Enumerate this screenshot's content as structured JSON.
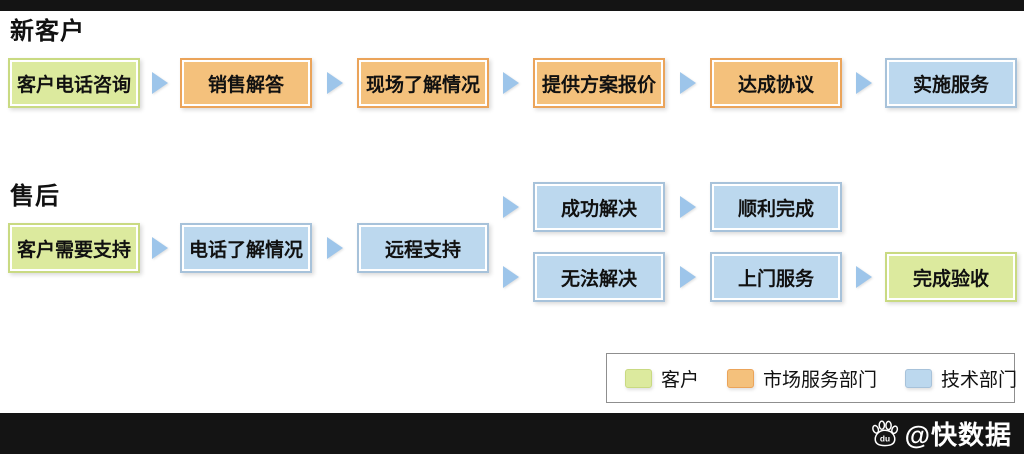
{
  "roles": {
    "customer": {
      "fill": "#dcea9e",
      "border": "#c9da82"
    },
    "market": {
      "fill": "#f4c17c",
      "border": "#eba45a"
    },
    "tech": {
      "fill": "#bcd8ee",
      "border": "#a7c2da"
    }
  },
  "arrow_color": "#9dc5ea",
  "sections": [
    {
      "title": "新客户",
      "nodes": [
        {
          "label": "客户电话咨询",
          "role": "customer",
          "col": 0,
          "band": "main"
        },
        {
          "label": "销售解答",
          "role": "market",
          "col": 1,
          "band": "main"
        },
        {
          "label": "现场了解情况",
          "role": "market",
          "col": 2,
          "band": "main"
        },
        {
          "label": "提供方案报价",
          "role": "market",
          "col": 3,
          "band": "main"
        },
        {
          "label": "达成协议",
          "role": "market",
          "col": 4,
          "band": "main"
        },
        {
          "label": "实施服务",
          "role": "tech",
          "col": 5,
          "band": "main"
        }
      ],
      "arrows": [
        {
          "gap": 0,
          "band": "main"
        },
        {
          "gap": 1,
          "band": "main"
        },
        {
          "gap": 2,
          "band": "main"
        },
        {
          "gap": 3,
          "band": "main"
        },
        {
          "gap": 4,
          "band": "main"
        }
      ]
    },
    {
      "title": "售后",
      "nodes": [
        {
          "label": "客户需要支持",
          "role": "customer",
          "col": 0,
          "band": "main"
        },
        {
          "label": "电话了解情况",
          "role": "tech",
          "col": 1,
          "band": "main"
        },
        {
          "label": "远程支持",
          "role": "tech",
          "col": 2,
          "band": "main"
        },
        {
          "label": "成功解决",
          "role": "tech",
          "col": 3,
          "band": "top"
        },
        {
          "label": "顺利完成",
          "role": "tech",
          "col": 4,
          "band": "top"
        },
        {
          "label": "无法解决",
          "role": "tech",
          "col": 3,
          "band": "bottom"
        },
        {
          "label": "上门服务",
          "role": "tech",
          "col": 4,
          "band": "bottom"
        },
        {
          "label": "完成验收",
          "role": "customer",
          "col": 5,
          "band": "bottom"
        }
      ],
      "arrows": [
        {
          "gap": 0,
          "band": "main"
        },
        {
          "gap": 1,
          "band": "main"
        },
        {
          "gap": 2,
          "band": "top"
        },
        {
          "gap": 2,
          "band": "bottom"
        },
        {
          "gap": 3,
          "band": "top"
        },
        {
          "gap": 3,
          "band": "bottom"
        },
        {
          "gap": 4,
          "band": "bottom"
        }
      ]
    }
  ],
  "legend": {
    "items": [
      {
        "role": "customer",
        "label": "客户"
      },
      {
        "role": "market",
        "label": "市场服务部门"
      },
      {
        "role": "tech",
        "label": "技术部门"
      }
    ]
  },
  "watermark": {
    "icon": "baidu-paw-icon",
    "text": "@快数据"
  }
}
